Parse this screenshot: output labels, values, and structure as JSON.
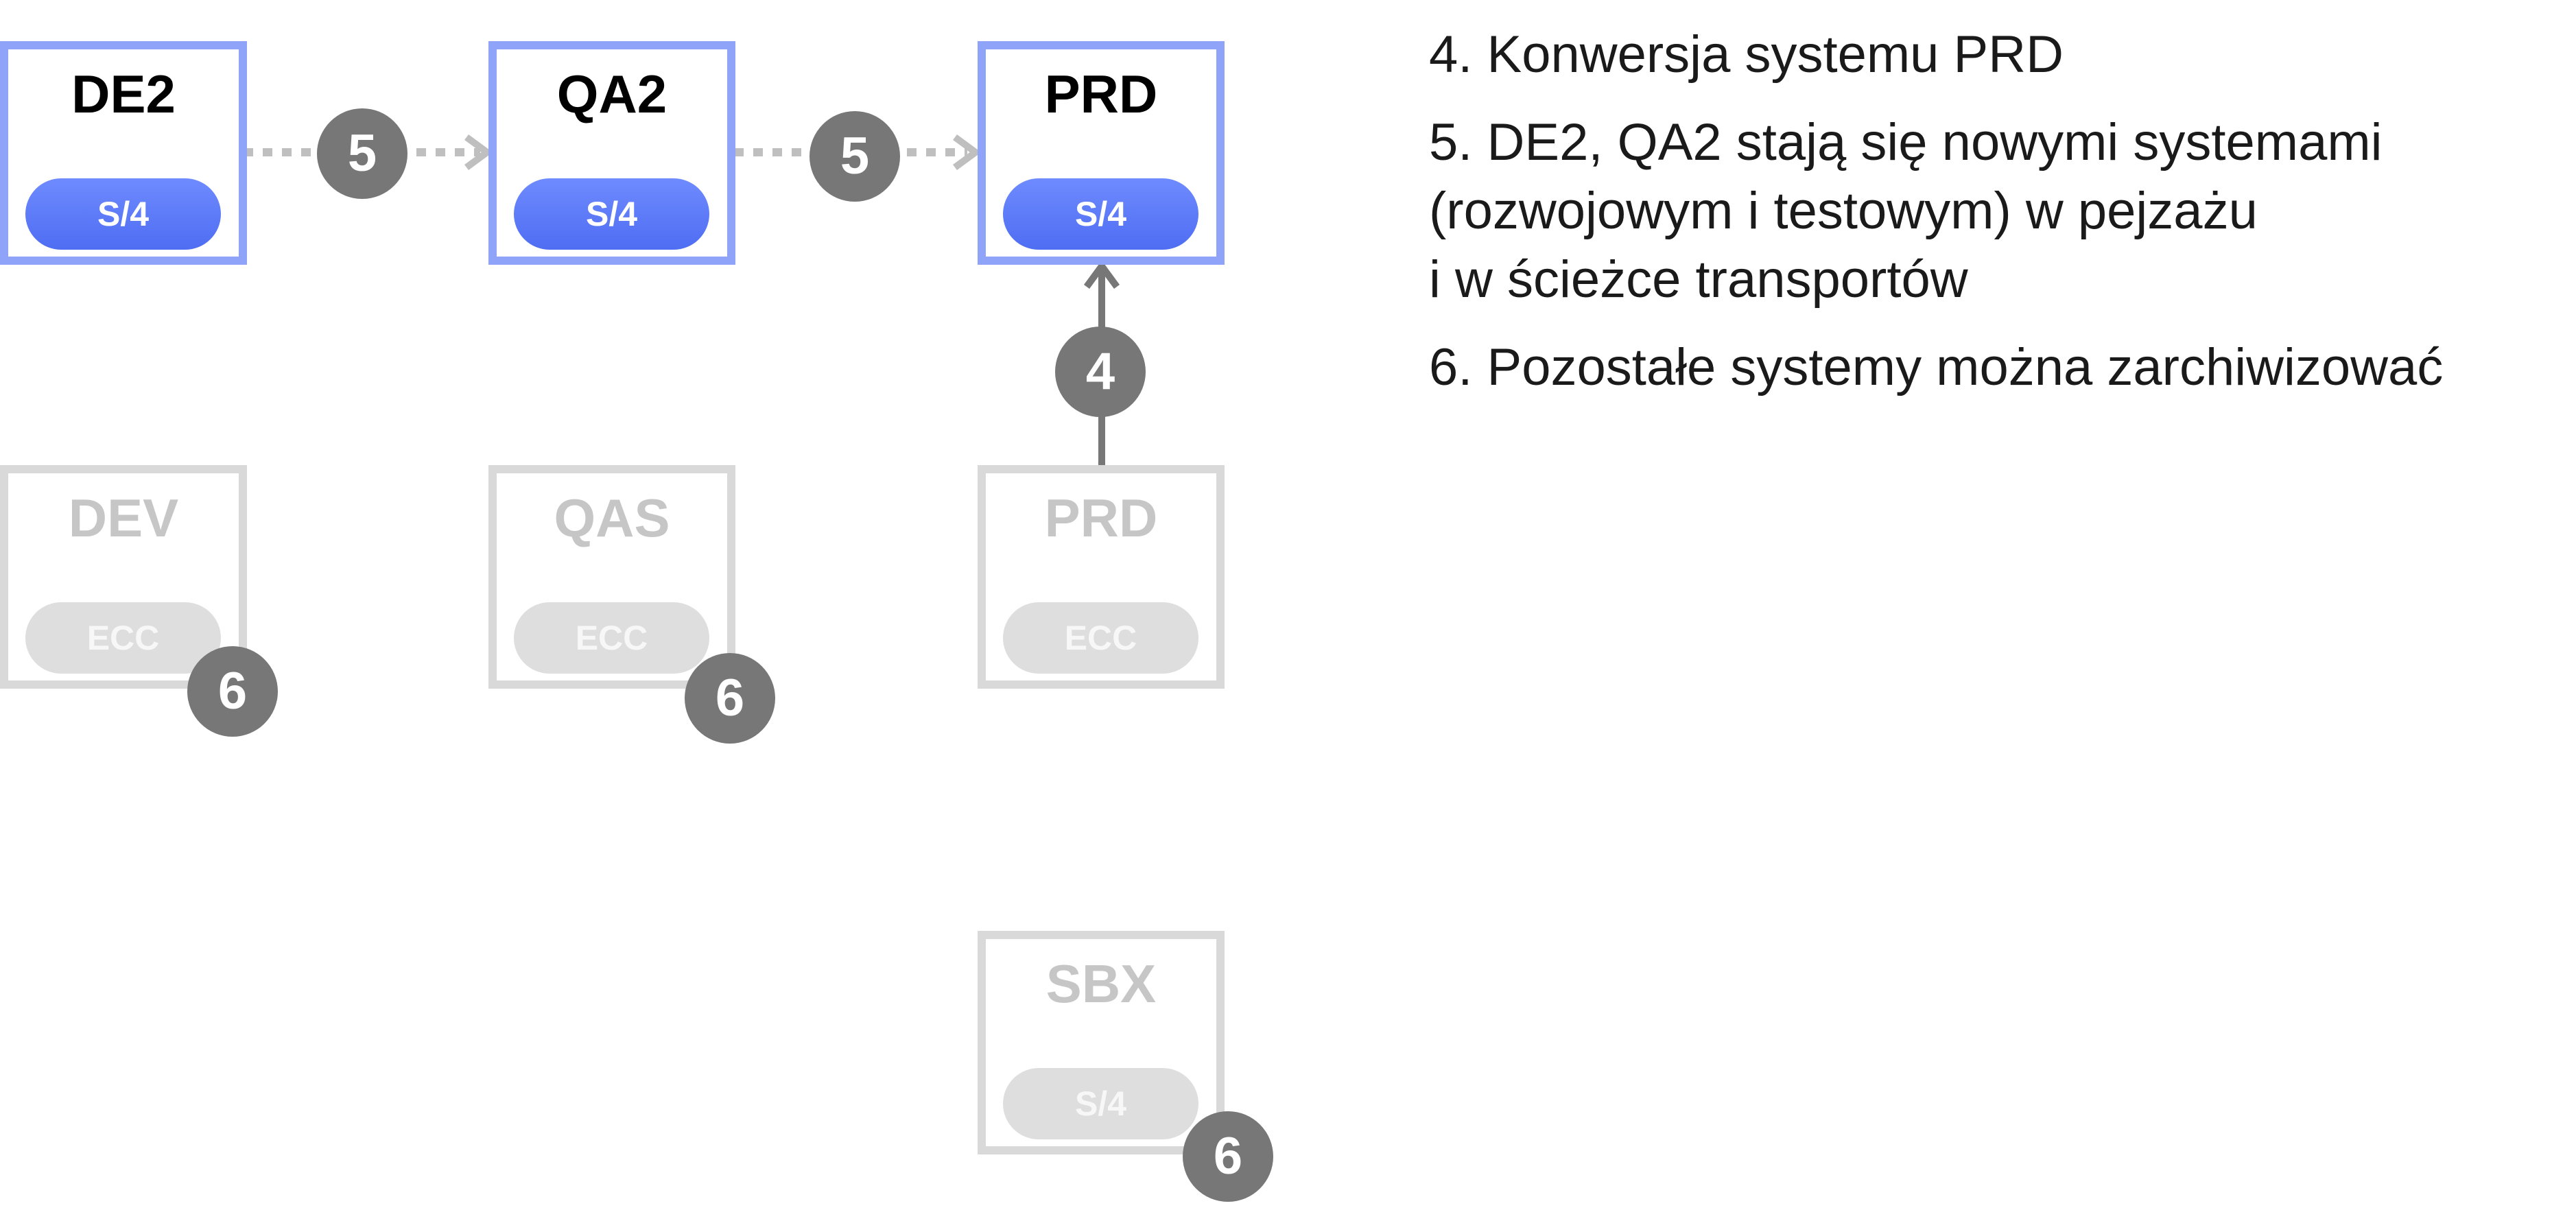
{
  "systems": {
    "de2": {
      "name": "DE2",
      "pill": "S/4"
    },
    "qa2": {
      "name": "QA2",
      "pill": "S/4"
    },
    "prd_new": {
      "name": "PRD",
      "pill": "S/4"
    },
    "dev": {
      "name": "DEV",
      "pill": "ECC"
    },
    "qas": {
      "name": "QAS",
      "pill": "ECC"
    },
    "prd_old": {
      "name": "PRD",
      "pill": "ECC"
    },
    "sbx": {
      "name": "SBX",
      "pill": "S/4"
    }
  },
  "badges": {
    "five_a": "5",
    "five_b": "5",
    "four": "4",
    "six_dev": "6",
    "six_qas": "6",
    "six_sbx": "6"
  },
  "legend": {
    "item4": "4. Konwersja systemu PRD",
    "item5_line1": "5. DE2, QA2 stają się nowymi systemami",
    "item5_line2": "(rozwojowym i testowym) w pejzażu",
    "item5_line3": "i w ścieżce transportów",
    "item6": "6. Pozostałe systemy można zarchiwizować"
  },
  "colors": {
    "active_border": "#8fa3f8",
    "active_pill": "#5674f5",
    "inactive": "#d9d9d9",
    "badge": "#777777"
  }
}
